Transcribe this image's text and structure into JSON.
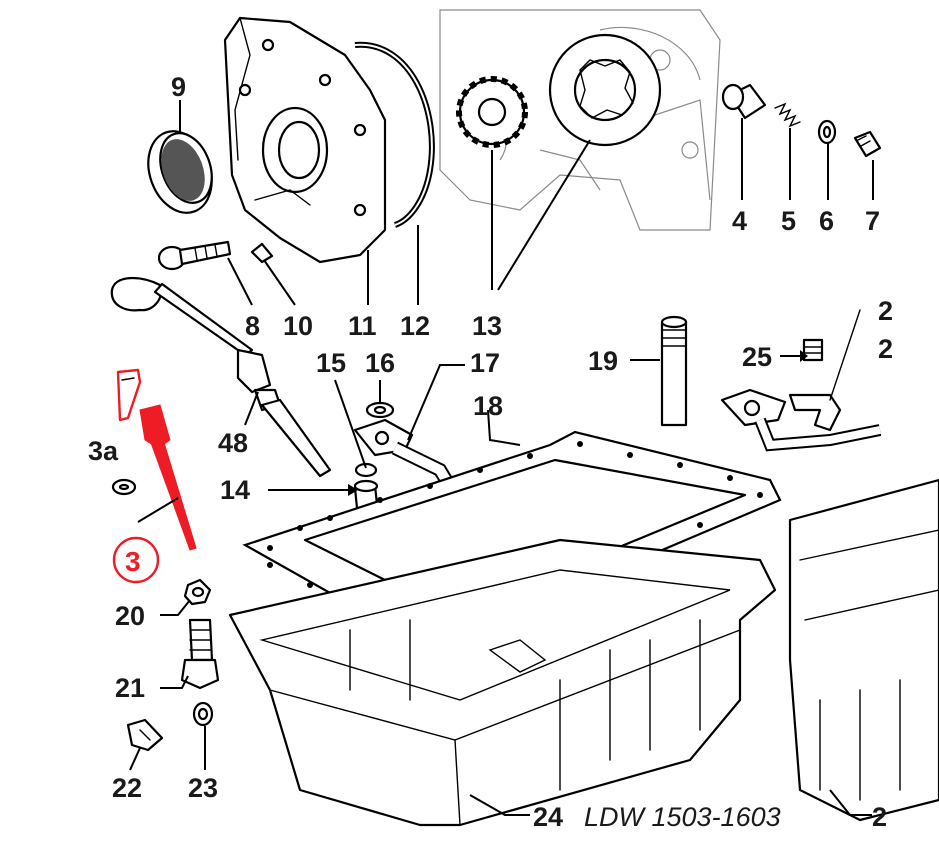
{
  "labels": {
    "p9": "9",
    "p4": "4",
    "p5": "5",
    "p6": "6",
    "p7": "7",
    "p8": "8",
    "p10": "10",
    "p11": "11",
    "p12": "12",
    "p13": "13",
    "p15": "15",
    "p16": "16",
    "p17": "17",
    "p18": "18",
    "p19": "19",
    "p25": "25",
    "p2a": "2",
    "p2b": "2",
    "p3a": "3a",
    "p48": "48",
    "p14": "14",
    "p3": "3",
    "p20": "20",
    "p21": "21",
    "p22": "22",
    "p23": "23",
    "p24": "24",
    "p2c": "2"
  },
  "model": "LDW 1503-1603",
  "colors": {
    "highlight": "#ee1c24",
    "ink": "#1a1a1a"
  },
  "highlighted_part": "3"
}
